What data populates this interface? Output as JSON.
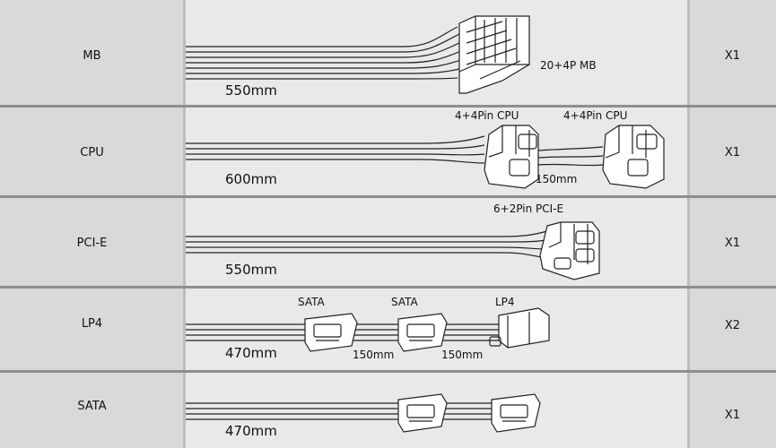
{
  "rows": [
    {
      "name": "MB",
      "qty": "X1",
      "length": "550mm",
      "labels": [
        "20+4P MB"
      ]
    },
    {
      "name": "CPU",
      "qty": "X1",
      "length": "600mm",
      "labels": [
        "4+4Pin CPU",
        "4+4Pin CPU",
        "150mm"
      ]
    },
    {
      "name": "PCI-E",
      "qty": "X1",
      "length": "550mm",
      "labels": [
        "6+2Pin PCI-E"
      ]
    },
    {
      "name": "LP4",
      "qty": "X2",
      "length": "470mm",
      "labels": [
        "SATA",
        "SATA",
        "LP4",
        "150mm",
        "150mm"
      ]
    },
    {
      "name": "SATA",
      "qty": "X1",
      "length": "470mm",
      "labels": []
    }
  ],
  "colors": {
    "background": "#d9d9d9",
    "middle_cell": "#e9e9e9",
    "border": "#8e8e8e",
    "line": "#222222"
  }
}
